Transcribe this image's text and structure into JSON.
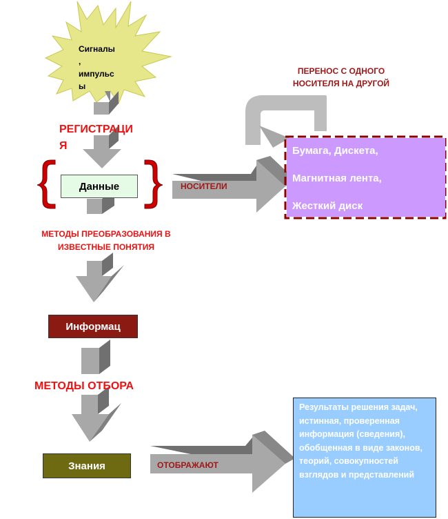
{
  "colors": {
    "red_label": "#ee1111",
    "dark_red_label": "#a01818",
    "burst_fill": "#e6e68a",
    "data_box": "#e6fbe6",
    "info_box": "#8b1a12",
    "knowledge_box": "#6e6a12",
    "media_box": "#cc99ff",
    "results_box": "#99ccff",
    "arrow": "#a8a8a8"
  },
  "diagram": {
    "signals": "Сигналы\n,\nимпульс\nы",
    "registration": "РЕГИСТРАЦИ\nЯ",
    "data": "Данные",
    "carriers": "НОСИТЕЛИ",
    "transfer": "ПЕРЕНОС С ОДНОГО\nНОСИТЕЛЯ НА ДРУГОЙ",
    "media_items": [
      "Бумага, Дискета,",
      "Магнитная лента,",
      "Жесткий диск"
    ],
    "transform_methods": "МЕТОДЫ ПРЕОБРАЗОВАНИЯ В\nИЗВЕСТНЫЕ ПОНЯТИЯ",
    "information": "Информац",
    "selection_methods": "МЕТОДЫ ОТБОРА",
    "knowledge": "Знания",
    "reflect": "ОТОБРАЖАЮТ",
    "results": "Результаты решения задач, истинная, проверенная информация (сведения), обобщенная в виде законов, теорий, совокупностей взглядов и представлений"
  }
}
